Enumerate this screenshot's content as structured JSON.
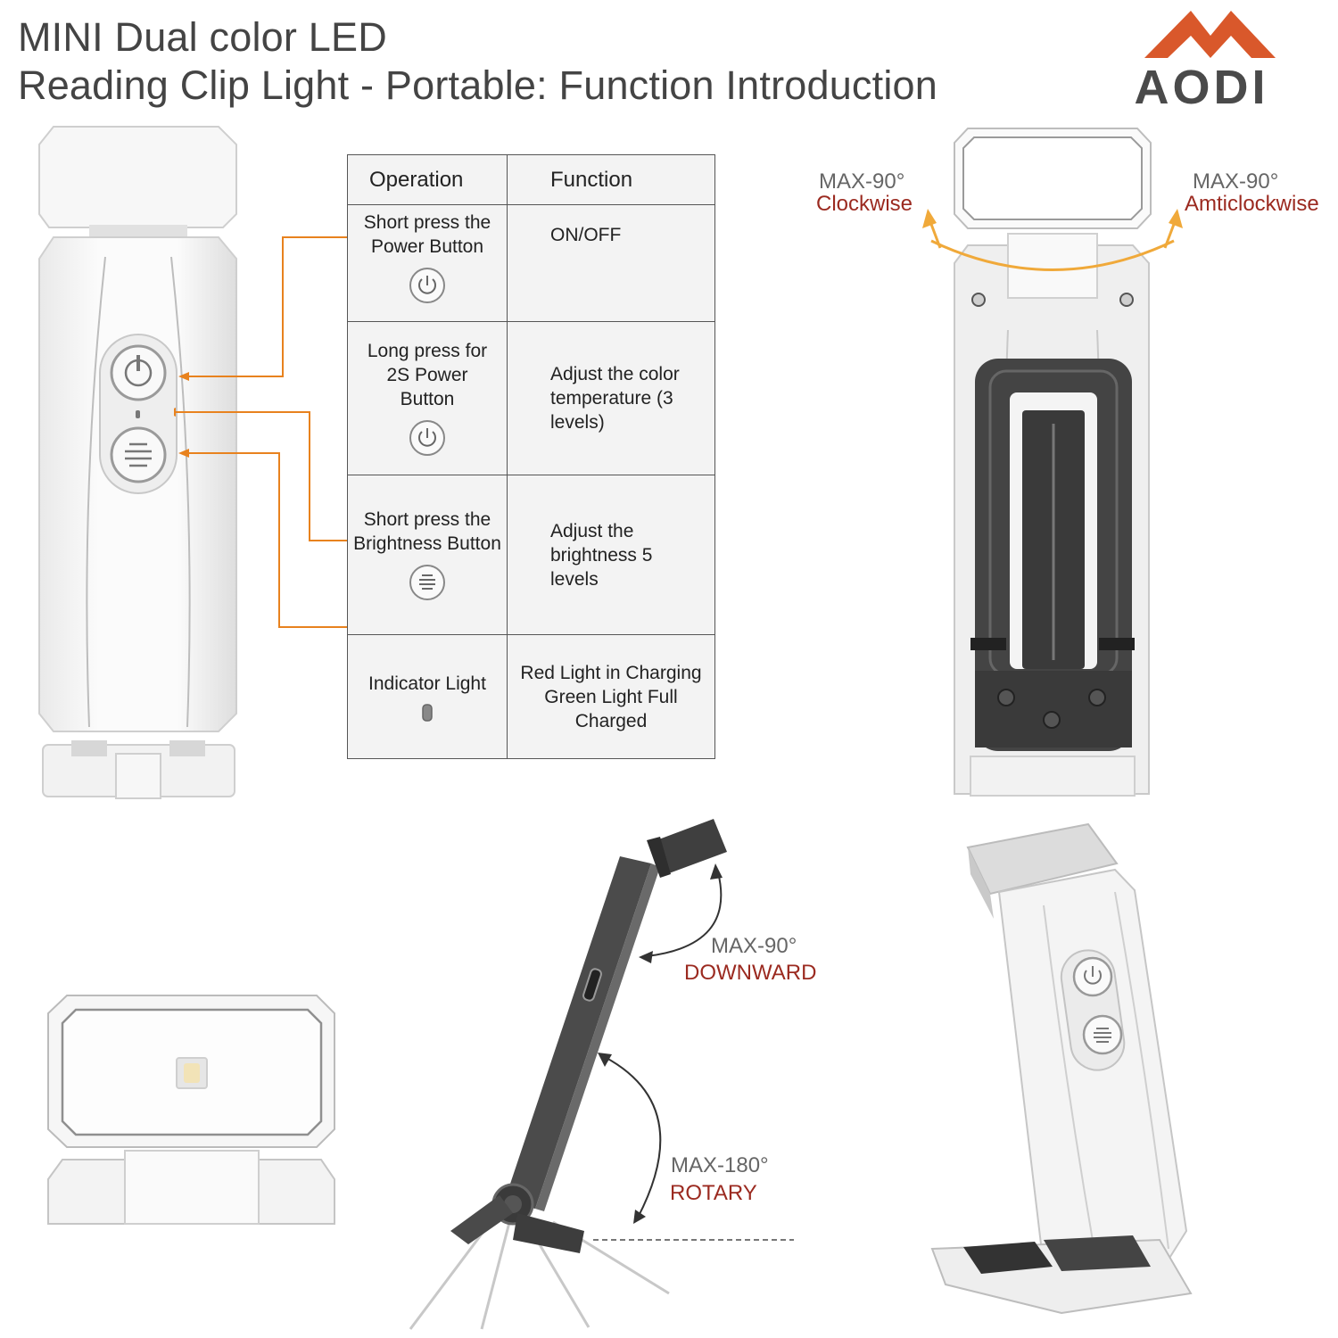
{
  "header": {
    "title_line1": "MINI Dual color LED",
    "title_line2": "Reading Clip Light - Portable: Function Introduction",
    "brand": "AODI"
  },
  "table": {
    "col_operation": "Operation",
    "col_function": "Function",
    "rows": [
      {
        "operation": "Short press the Power Button",
        "function": "ON/OFF",
        "icon": "power-icon"
      },
      {
        "operation": "Long press for 2S Power Button",
        "function": "Adjust the color temperature (3 levels)",
        "icon": "power-icon"
      },
      {
        "operation": "Short press the Brightness Button",
        "function": "Adjust the brightness 5 levels",
        "icon": "brightness-icon"
      },
      {
        "operation": "Indicator Light",
        "function": "Red Light in Charging Green Light Full Charged",
        "icon": "indicator-icon"
      }
    ]
  },
  "annotations": {
    "clockwise_angle": "MAX-90°",
    "clockwise_label": "Clockwise",
    "anticlockwise_angle": "MAX-90°",
    "anticlockwise_label": "Amticlockwise",
    "downward_angle": "MAX-90°",
    "downward_label": "DOWNWARD",
    "rotary_angle": "MAX-180°",
    "rotary_label": "ROTARY"
  },
  "colors": {
    "accent_orange": "#e8821e",
    "label_red": "#9b2a20",
    "brand_orange": "#d9582b",
    "brand_gray": "#4a4a4a"
  }
}
